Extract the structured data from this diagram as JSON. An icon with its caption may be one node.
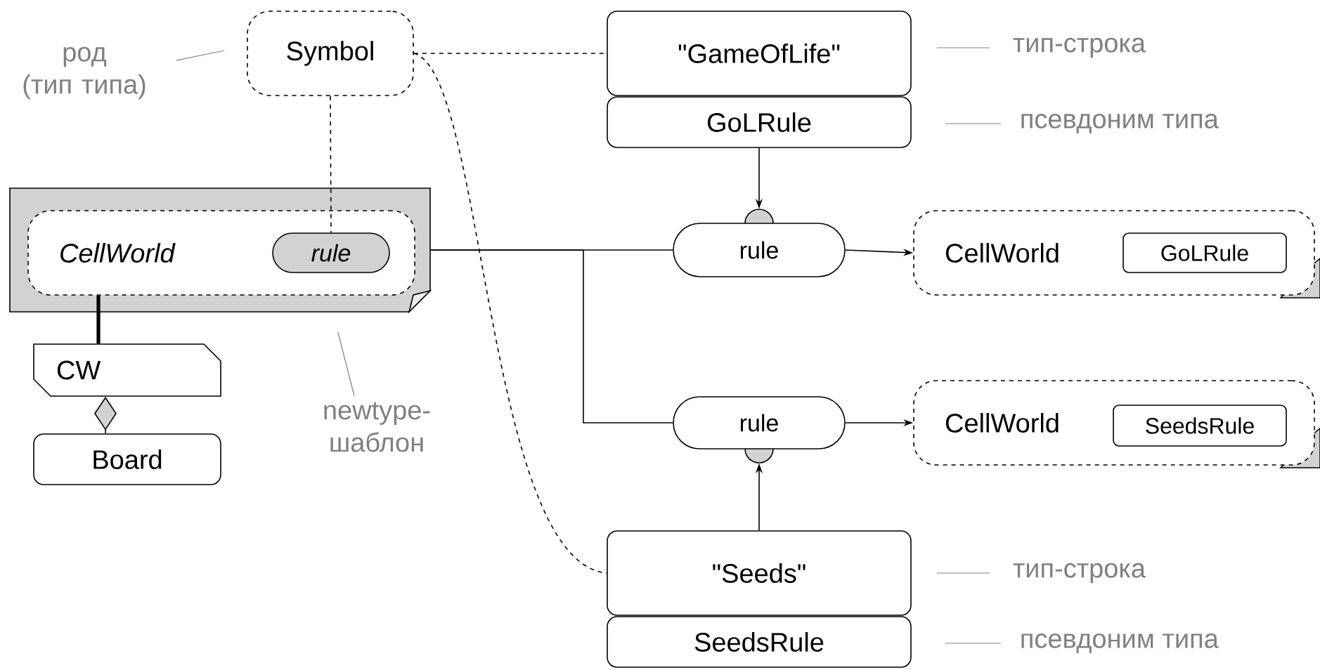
{
  "diagram": {
    "nodes": [
      {
        "text": [
          "Symbol"
        ]
      },
      {
        "text": [
          "\"GameOfLife\""
        ]
      },
      {
        "text": [
          "GoLRule"
        ]
      },
      {
        "text": [],
        "shape": "box"
      },
      {
        "text": [
          "CellWorld"
        ],
        "in": 3
      },
      {
        "text": [
          "rule"
        ],
        "in": 4
      },
      {
        "text": [
          "CW"
        ]
      },
      {
        "text": [
          "Board"
        ]
      },
      {
        "text": [
          "rule"
        ]
      },
      {
        "text": [
          "CellWorld"
        ]
      },
      {
        "text": [
          "GoLRule"
        ],
        "in": 9
      },
      {
        "text": [
          "rule"
        ]
      },
      {
        "text": [
          "CellWorld"
        ]
      },
      {
        "text": [
          "SeedsRule"
        ],
        "in": 12
      },
      {
        "text": [
          "\"Seeds\""
        ]
      },
      {
        "text": [
          "SeedsRule"
        ]
      },
      {
        "text": [
          "род",
          "(тип типа)"
        ]
      },
      {
        "text": [
          "newtype-шаблон"
        ]
      },
      {
        "text": [
          "тип-строка"
        ]
      },
      {
        "text": [
          "псевдоним типа"
        ]
      },
      {
        "text": [
          "тип-строка"
        ]
      },
      {
        "text": [
          "псевдоним типа"
        ]
      }
    ],
    "edges": [
      {
        "from": 0,
        "to": 1,
        "arrow": "none",
        "style": "dashed"
      },
      {
        "from": 0,
        "to": 5,
        "arrow": "none",
        "style": "dashed"
      },
      {
        "from": 0,
        "to": 14,
        "arrow": "none",
        "style": "dashed"
      },
      {
        "from": 2,
        "to": 8,
        "arrow": "to"
      },
      {
        "from": 14,
        "to": 11,
        "arrow": "to"
      },
      {
        "from": 3,
        "to": 8,
        "arrow": "none"
      },
      {
        "from": 3,
        "to": 11,
        "arrow": "none"
      },
      {
        "from": 8,
        "to": 9,
        "arrow": "to"
      },
      {
        "from": 11,
        "to": 12,
        "arrow": "to"
      },
      {
        "from": 4,
        "to": 6,
        "arrow": "none",
        "style": "thick"
      },
      {
        "from": 6,
        "to": 7,
        "arrow": "other"
      },
      {
        "from": 16,
        "to": 0,
        "arrow": "none",
        "color": "#808080"
      },
      {
        "from": 17,
        "to": 3,
        "arrow": "none",
        "color": "#808080"
      },
      {
        "from": 18,
        "to": 1,
        "arrow": "none",
        "color": "#808080"
      },
      {
        "from": 19,
        "to": 2,
        "arrow": "none",
        "color": "#808080"
      },
      {
        "from": 20,
        "to": 14,
        "arrow": "none",
        "color": "#808080"
      },
      {
        "from": 21,
        "to": 15,
        "arrow": "none",
        "color": "#808080"
      }
    ]
  }
}
